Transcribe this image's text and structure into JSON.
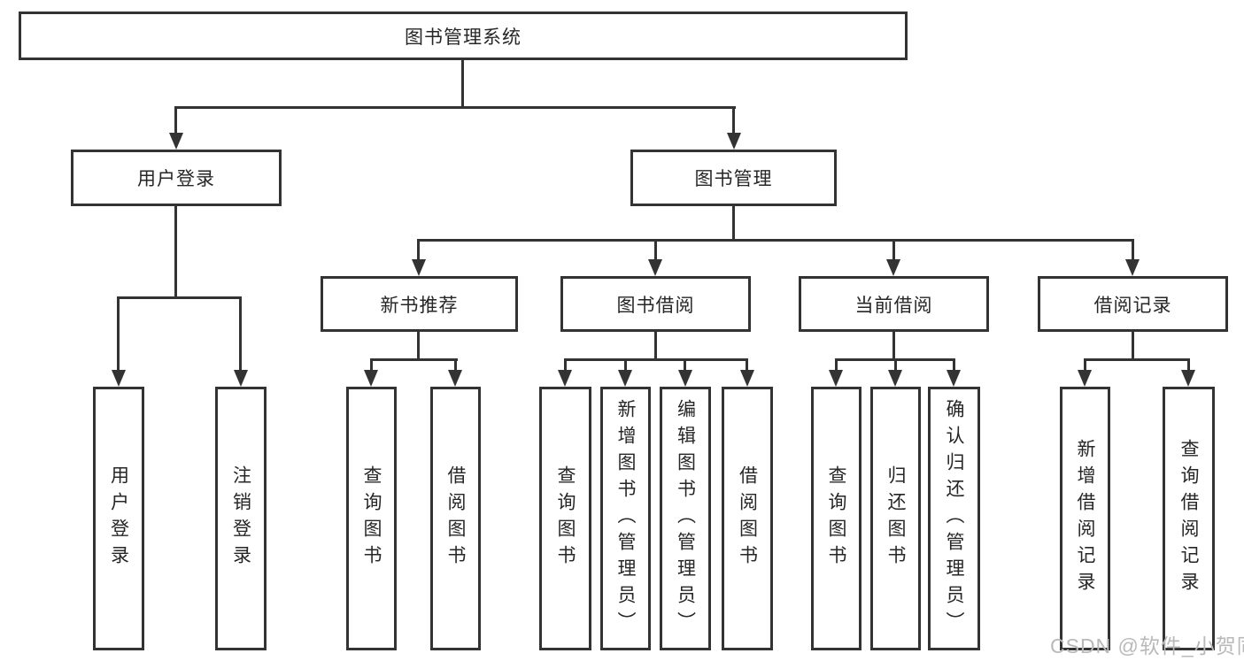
{
  "colors": {
    "line": "#333333",
    "text": "#262626",
    "background": "#ffffff",
    "watermark_text": "#b9b9b9"
  },
  "diagram": {
    "type": "tree",
    "root": {
      "label": "图书管理系统"
    },
    "level2": [
      {
        "label": "用户登录"
      },
      {
        "label": "图书管理"
      }
    ],
    "level3": [
      {
        "parent": "图书管理",
        "label": "新书推荐"
      },
      {
        "parent": "图书管理",
        "label": "图书借阅"
      },
      {
        "parent": "图书管理",
        "label": "当前借阅"
      },
      {
        "parent": "图书管理",
        "label": "借阅记录"
      }
    ],
    "leaves": [
      {
        "parent": "用户登录",
        "label": "用户登录"
      },
      {
        "parent": "用户登录",
        "label": "注销登录"
      },
      {
        "parent": "新书推荐",
        "label": "查询图书"
      },
      {
        "parent": "新书推荐",
        "label": "借阅图书"
      },
      {
        "parent": "图书借阅",
        "label": "查询图书"
      },
      {
        "parent": "图书借阅",
        "label": "新增图书（管理员）"
      },
      {
        "parent": "图书借阅",
        "label": "编辑图书（管理员）"
      },
      {
        "parent": "图书借阅",
        "label": "借阅图书"
      },
      {
        "parent": "当前借阅",
        "label": "查询图书"
      },
      {
        "parent": "当前借阅",
        "label": "归还图书"
      },
      {
        "parent": "当前借阅",
        "label": "确认归还（管理员）"
      },
      {
        "parent": "借阅记录",
        "label": "新增借阅记录"
      },
      {
        "parent": "借阅记录",
        "label": "查询借阅记录"
      }
    ]
  },
  "watermark": {
    "text": "CSDN @软件_小贺同学"
  }
}
